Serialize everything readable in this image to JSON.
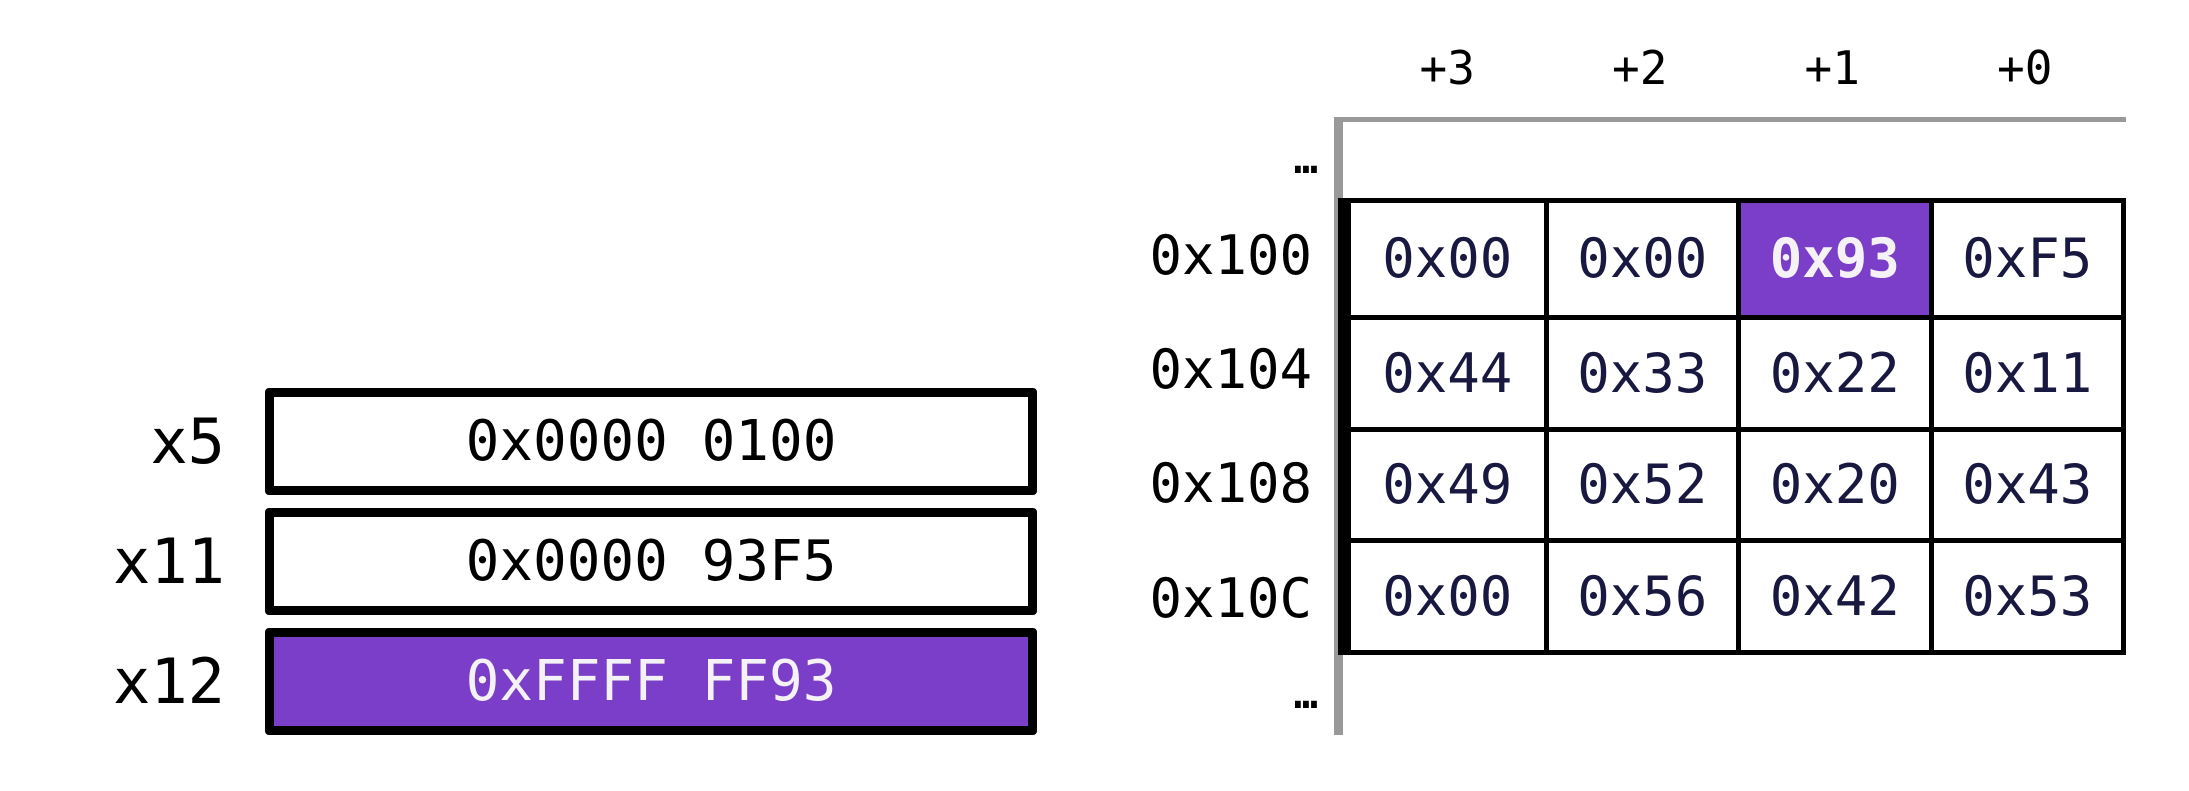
{
  "diagram": {
    "registers": {
      "items": [
        {
          "name": "x5",
          "value": "0x0000 0100",
          "highlighted": false
        },
        {
          "name": "x11",
          "value": "0x0000 93F5",
          "highlighted": false
        },
        {
          "name": "x12",
          "value": "0xFFFF FF93",
          "highlighted": true
        }
      ]
    },
    "memory": {
      "byte_offset_headers": [
        "+3",
        "+2",
        "+1",
        "+0"
      ],
      "ellipsis_top": "…",
      "ellipsis_bottom": "…",
      "rows": [
        {
          "address": "0x100",
          "cells": [
            {
              "value": "0x00",
              "highlighted": false
            },
            {
              "value": "0x00",
              "highlighted": false
            },
            {
              "value": "0x93",
              "highlighted": true
            },
            {
              "value": "0xF5",
              "highlighted": false
            }
          ]
        },
        {
          "address": "0x104",
          "cells": [
            {
              "value": "0x44",
              "highlighted": false
            },
            {
              "value": "0x33",
              "highlighted": false
            },
            {
              "value": "0x22",
              "highlighted": false
            },
            {
              "value": "0x11",
              "highlighted": false
            }
          ]
        },
        {
          "address": "0x108",
          "cells": [
            {
              "value": "0x49",
              "highlighted": false
            },
            {
              "value": "0x52",
              "highlighted": false
            },
            {
              "value": "0x20",
              "highlighted": false
            },
            {
              "value": "0x43",
              "highlighted": false
            }
          ]
        },
        {
          "address": "0x10C",
          "cells": [
            {
              "value": "0x00",
              "highlighted": false
            },
            {
              "value": "0x56",
              "highlighted": false
            },
            {
              "value": "0x42",
              "highlighted": false
            },
            {
              "value": "0x53",
              "highlighted": false
            }
          ]
        }
      ]
    },
    "colors": {
      "highlight_purple": "#7b3ec8",
      "cell_text_navy": "#181840",
      "axis_gray": "#999999",
      "highlight_text": "#f4f2f6"
    }
  }
}
